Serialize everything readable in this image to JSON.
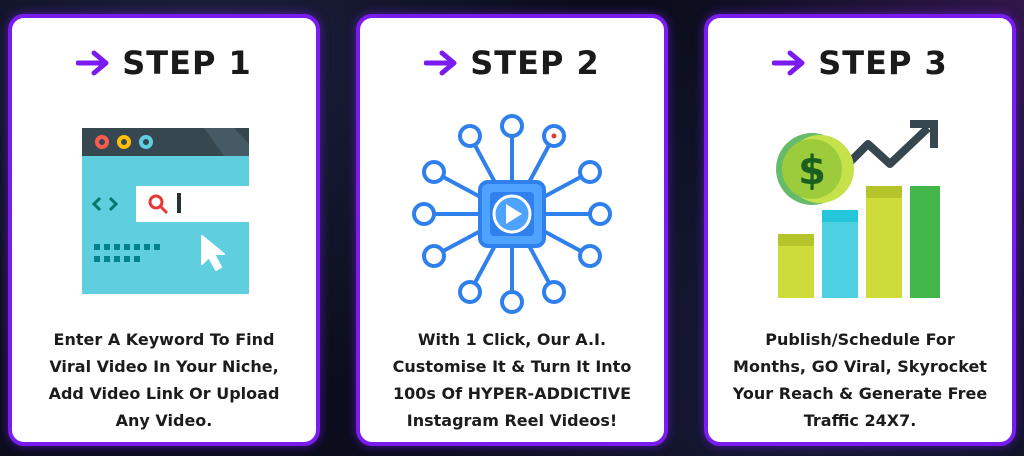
{
  "steps": [
    {
      "label": "STEP 1",
      "icon": "browser-search-icon",
      "lines": [
        "Enter A Keyword To Find",
        "Viral Video In Your Niche,",
        "Add Video Link Or Upload",
        "Any Video."
      ]
    },
    {
      "label": "STEP 2",
      "icon": "ai-video-network-icon",
      "lines": [
        "With 1 Click, Our A.I.",
        "Customise It & Turn It Into",
        "100s Of HYPER-ADDICTIVE",
        "Instagram Reel Videos!"
      ]
    },
    {
      "label": "STEP 3",
      "icon": "growth-chart-dollar-icon",
      "lines": [
        "Publish/Schedule For",
        "Months, GO Viral, Skyrocket",
        "Your Reach & Generate Free",
        "Traffic 24X7."
      ]
    }
  ],
  "colors": {
    "accent": "#7a1cf0",
    "card_bg": "#ffffff",
    "text": "#1c1c1c"
  }
}
